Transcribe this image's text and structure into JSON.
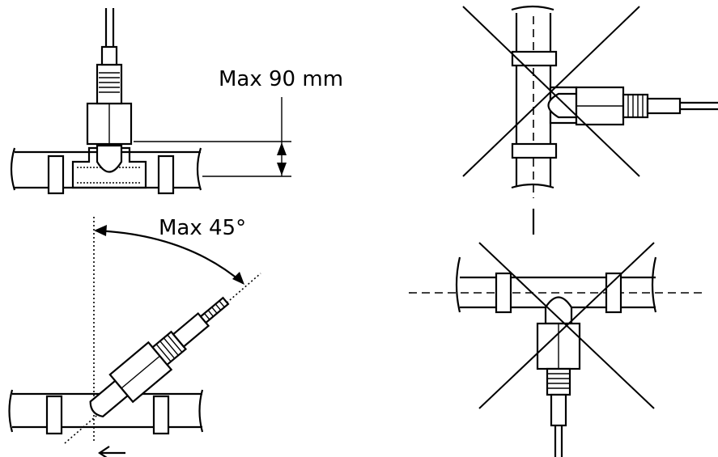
{
  "labels": {
    "max_height": "Max 90 mm",
    "max_angle": "Max 45°"
  },
  "colors": {
    "line": "#000000",
    "background": "#ffffff"
  },
  "panels": [
    {
      "id": "correct-vertical-mount",
      "status": "correct"
    },
    {
      "id": "correct-angled-mount",
      "status": "correct"
    },
    {
      "id": "incorrect-horizontal-mount",
      "status": "incorrect"
    },
    {
      "id": "incorrect-downward-mount",
      "status": "incorrect"
    }
  ]
}
